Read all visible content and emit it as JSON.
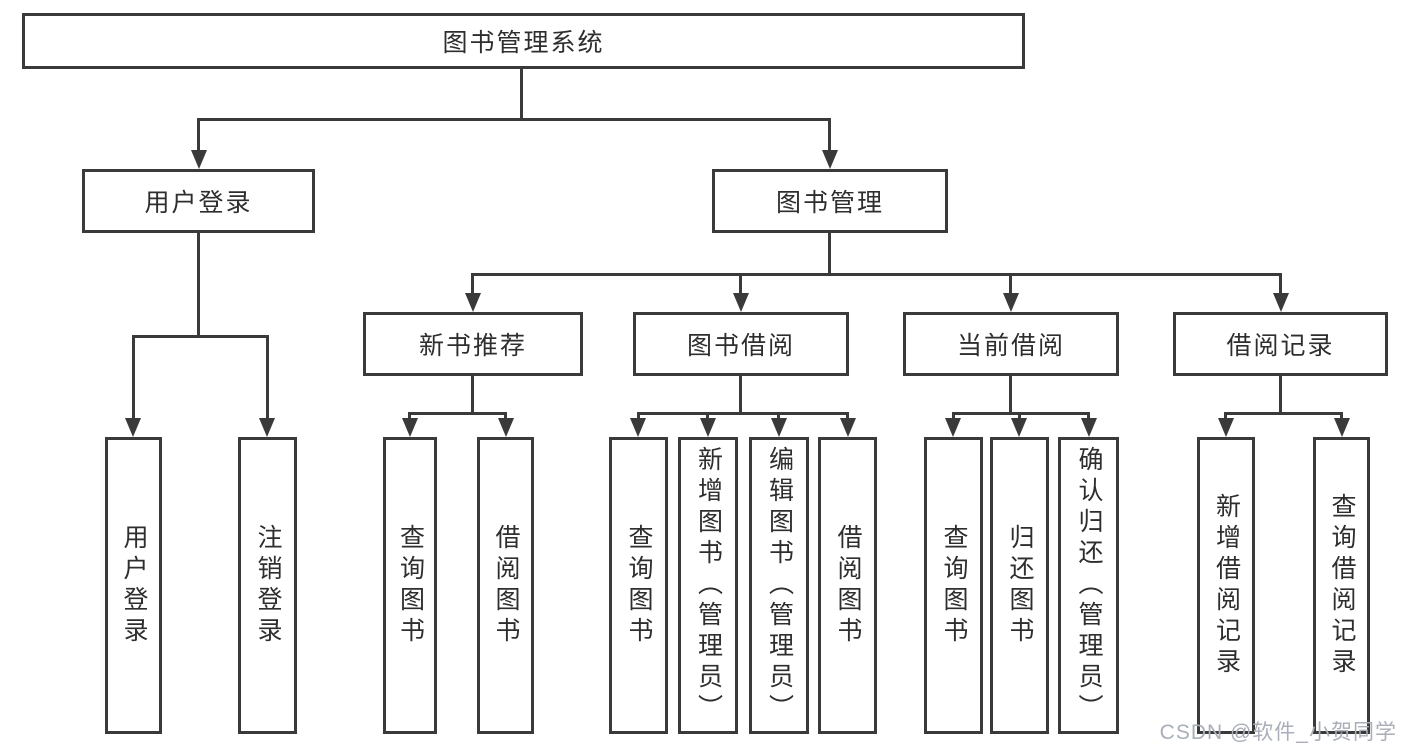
{
  "diagram": {
    "root": {
      "label": "图书管理系统"
    },
    "level2": [
      {
        "label": "用户登录",
        "children": [
          "用户登录",
          "注销登录"
        ]
      },
      {
        "label": "图书管理"
      }
    ],
    "level3": [
      {
        "label": "新书推荐",
        "children": [
          "查询图书",
          "借阅图书"
        ]
      },
      {
        "label": "图书借阅",
        "children": [
          "查询图书",
          "新增图书（管理员）",
          "编辑图书（管理员）",
          "借阅图书"
        ]
      },
      {
        "label": "当前借阅",
        "children": [
          "查询图书",
          "归还图书",
          "确认归还（管理员）"
        ]
      },
      {
        "label": "借阅记录",
        "children": [
          "新增借阅记录",
          "查询借阅记录"
        ]
      }
    ],
    "watermark": "CSDN @软件_小贺同学",
    "colors": {
      "line": "#3a3a3a",
      "text": "#2e2e2e",
      "watermark": "#a9aeb8",
      "background": "#ffffff"
    }
  }
}
